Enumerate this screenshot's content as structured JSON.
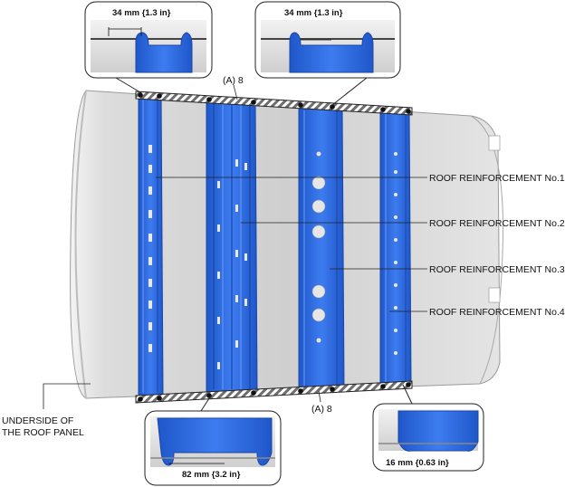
{
  "callouts": {
    "top_left_dim": "34 mm {1.3 in}",
    "top_right_dim": "34 mm {1.3 in}",
    "bottom_left_dim": "82 mm {3.2 in}",
    "bottom_right_dim": "16 mm {0.63 in}"
  },
  "labels": {
    "fastener_top": "(A) 8",
    "fastener_bottom": "(A) 8",
    "reinf_1": "ROOF REINFORCEMENT No.1",
    "reinf_2": "ROOF REINFORCEMENT No.2",
    "reinf_3": "ROOF REINFORCEMENT No.3",
    "reinf_4": "ROOF REINFORCEMENT No.4",
    "underside_line1": "UNDERSIDE OF",
    "underside_line2": "THE ROOF PANEL"
  },
  "colors": {
    "reinforcement_blue": "#2f6fe6",
    "panel_gray": "#d4d4d4",
    "hatch_band": "#7a7a7a"
  }
}
